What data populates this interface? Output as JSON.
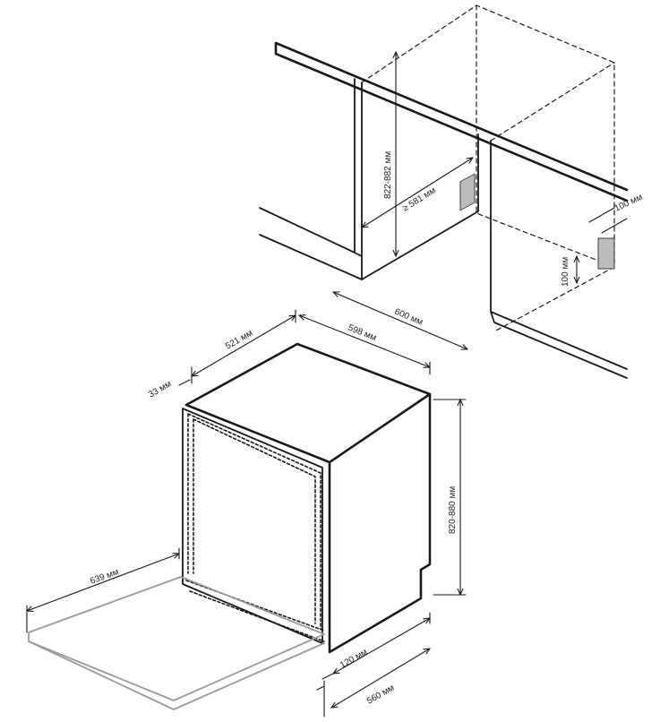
{
  "labels": {
    "niche_height": "822-882 мм",
    "niche_depth": "≥ 581 мм",
    "niche_width": "600 мм",
    "socket_offset": "100 мм",
    "socket_height": "100 мм",
    "appliance_depth": "521 мм",
    "appliance_width": "598 мм",
    "door_thickness": "33 мм",
    "appliance_height": "820-880 мм",
    "door_open_depth": "639 мм",
    "plinth_height": "120 мм",
    "base_depth": "560 мм"
  },
  "colors": {
    "line": "#1a1a1a",
    "door_arc": "#9a9a9a",
    "socket_fill": "#bcbcbc"
  }
}
